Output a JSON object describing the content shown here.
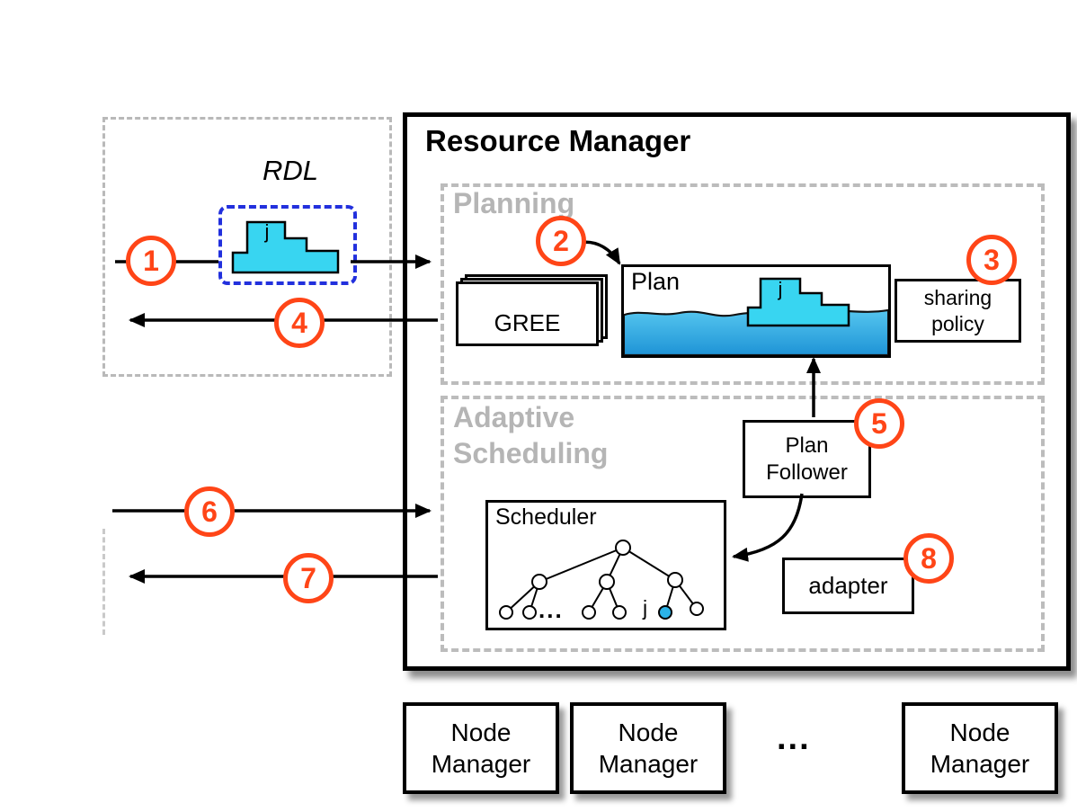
{
  "resource_manager": {
    "title": "Resource Manager"
  },
  "client": {
    "rdl_label": "RDL",
    "job_label": "j"
  },
  "planning": {
    "label": "Planning",
    "gree_label": "GREE",
    "plan": {
      "label": "Plan",
      "job_label": "j"
    },
    "sharing_policy": {
      "line1": "sharing",
      "line2": "policy"
    }
  },
  "adaptive_scheduling": {
    "label_line1": "Adaptive",
    "label_line2": "Scheduling",
    "plan_follower": {
      "line1": "Plan",
      "line2": "Follower"
    },
    "scheduler": {
      "label": "Scheduler",
      "job_label": "j",
      "ellipsis": "..."
    },
    "adapter_label": "adapter"
  },
  "steps": {
    "s1": "1",
    "s2": "2",
    "s3": "3",
    "s4": "4",
    "s5": "5",
    "s6": "6",
    "s7": "7",
    "s8": "8"
  },
  "node_managers": {
    "items": [
      {
        "line1": "Node",
        "line2": "Manager"
      },
      {
        "line1": "Node",
        "line2": "Manager"
      },
      {
        "line1": "Node",
        "line2": "Manager"
      }
    ],
    "ellipsis": "..."
  },
  "colors": {
    "accent_orange": "#ff4517",
    "job_cyan": "#38d5f1",
    "water_blue": "#1e93d6",
    "dashed_gray": "#b5b5b5",
    "rdl_border_blue": "#2230dd"
  }
}
